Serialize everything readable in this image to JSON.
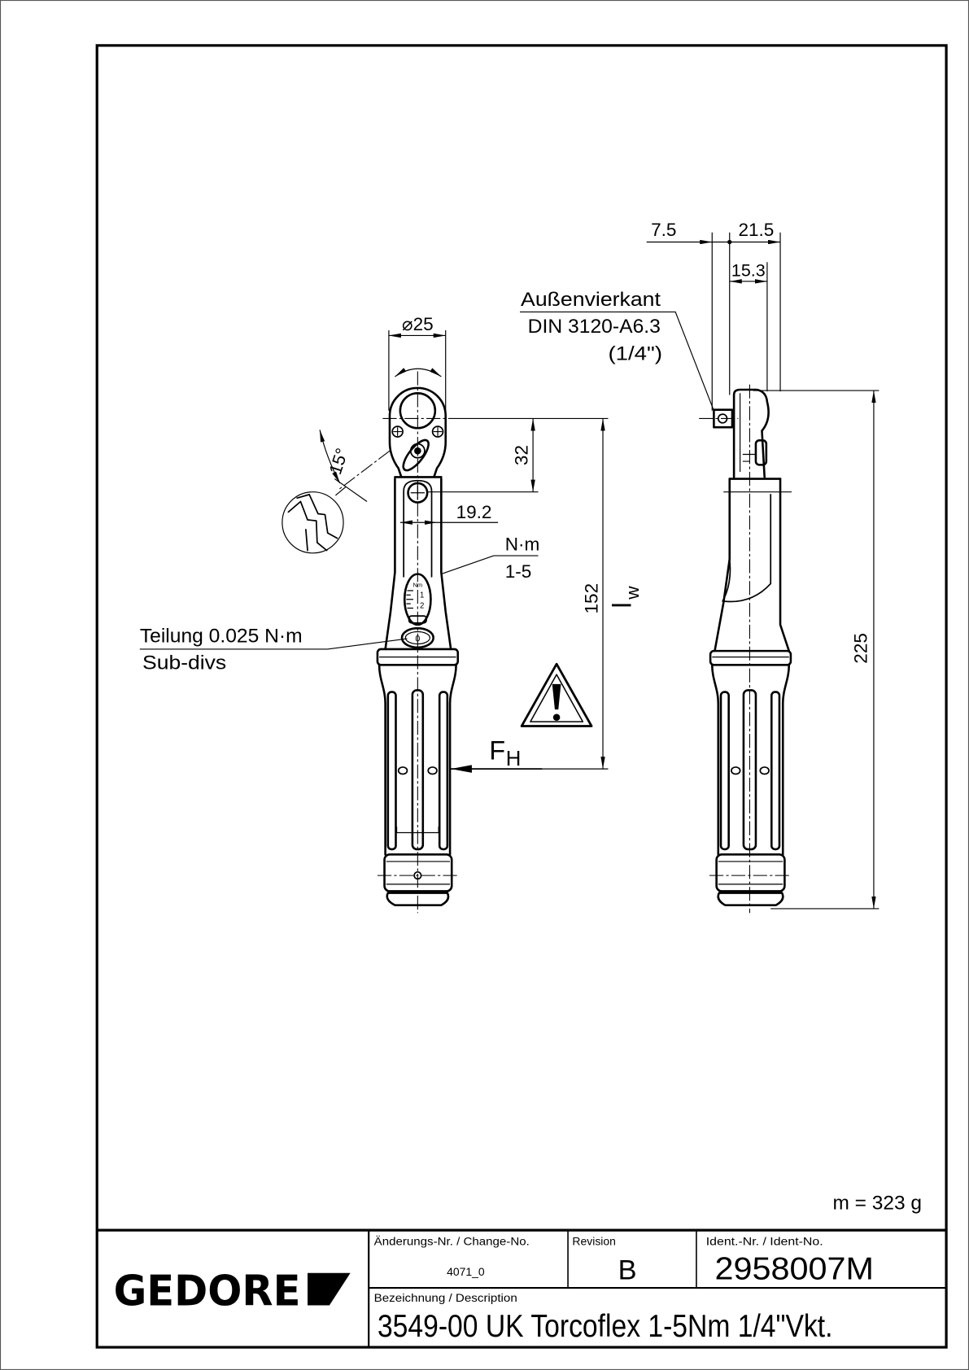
{
  "drawing": {
    "mass": "m = 323 g"
  },
  "title_block": {
    "logo_text": "GEDORE",
    "change_no_label": "Änderungs-Nr. / Change-No.",
    "change_no": "4071_0",
    "revision_label": "Revision",
    "revision": "B",
    "ident_label": "Ident.-Nr. / Ident-No.",
    "ident_no": "2958007M",
    "description_label": "Bezeichnung / Description",
    "description": "3549-00 UK Torcoflex 1-5Nm 1/4\"Vkt."
  },
  "front_view": {
    "head_diameter": "⌀25",
    "head_to_pivot": "32",
    "body_width": "19.2",
    "scale_unit": "N·m",
    "scale_range": "1-5",
    "lever_length": "152",
    "effective_length_symbol": "l",
    "effective_length_subscript": "w",
    "switch_angle": "15°",
    "subdivision_label": "Teilung 0.025 N·m",
    "subdivision_label_en": "Sub-divs",
    "hand_force_symbol": "F",
    "hand_force_subscript": "H",
    "scale_window": {
      "unit": "Nm",
      "mark_1": "1",
      "mark_2": "2",
      "zero": "0"
    }
  },
  "side_view": {
    "offset_left": "7.5",
    "overall_width": "21.5",
    "inner_width": "15.3",
    "square_drive_label": "Außenvierkant",
    "square_drive_standard": "DIN 3120-A6.3",
    "square_drive_size": "(1/4\")",
    "overall_length": "225"
  },
  "colors": {
    "line": "#000000",
    "background": "#ffffff"
  },
  "icons": {
    "warning": "warning-triangle-icon",
    "logo_mark": "gedore-flag-icon"
  }
}
